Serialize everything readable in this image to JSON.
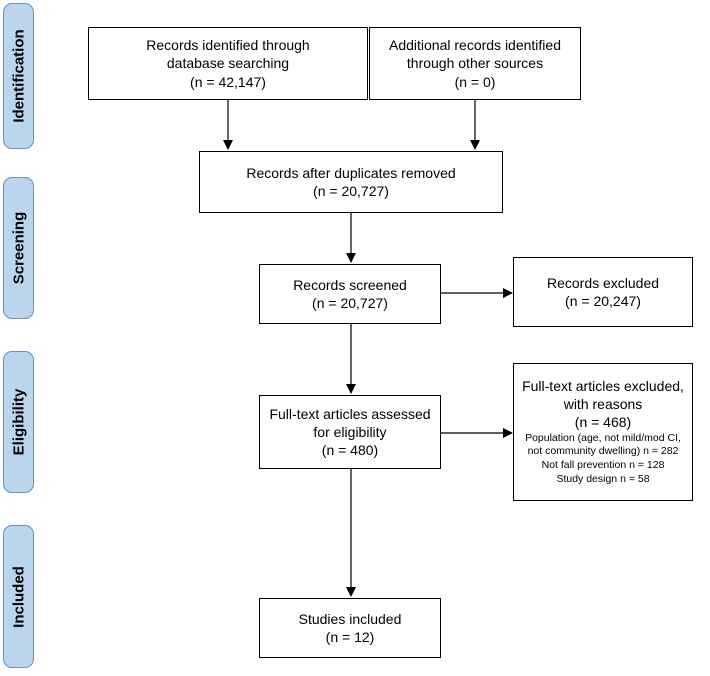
{
  "phases": {
    "identification": "Identification",
    "screening": "Screening",
    "eligibility": "Eligibility",
    "included": "Included"
  },
  "boxes": {
    "database": {
      "line1": "Records identified through",
      "line2": "database searching",
      "line3": "(n = 42,147)"
    },
    "other": {
      "line1": "Additional records identified",
      "line2": "through other sources",
      "line3": "(n = 0)"
    },
    "dedup": {
      "line1": "Records after duplicates removed",
      "line2": "(n = 20,727)"
    },
    "screened": {
      "line1": "Records screened",
      "line2": "(n = 20,727)"
    },
    "excluded": {
      "line1": "Records excluded",
      "line2": "(n = 20,247)"
    },
    "fulltext": {
      "line1": "Full-text articles assessed",
      "line2": "for eligibility",
      "line3": "(n = 480)"
    },
    "ft_excluded": {
      "line1": "Full-text articles excluded,",
      "line2": "with reasons",
      "line3": "(n = 468)",
      "reasons": [
        "Population (age, not mild/mod CI,",
        "not community dwelling) n = 282",
        "Not fall prevention n = 128",
        "Study design n = 58"
      ]
    },
    "included": {
      "line1": "Studies included",
      "line2": "(n = 12)"
    }
  },
  "colors": {
    "phase_fill": "#bcd5ee",
    "phase_border": "#6f8fb3",
    "line": "#000000"
  }
}
